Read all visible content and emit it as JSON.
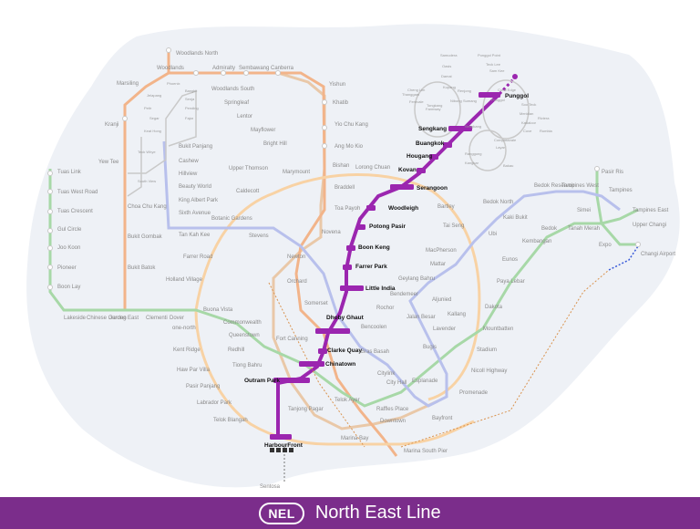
{
  "colors": {
    "nel": "#9b26af",
    "nsl": "#f2a873",
    "ccl": "#f8c98a",
    "ewl": "#8fce8f",
    "dtl": "#a9b4e6",
    "tel": "#c9a27c",
    "bplrt": "#9a9a9a",
    "land": "#eef1f6",
    "banner": "#7b2d8b"
  },
  "banner": {
    "badge": "NEL",
    "title": "North East Line"
  },
  "labels": {
    "highlighted": [
      "Punggol",
      "Sengkang",
      "Buangkok",
      "Hougang",
      "Kovan",
      "Serangoon",
      "Woodleigh",
      "Potong Pasir",
      "Boon Keng",
      "Farrer Park",
      "Little India",
      "Dhoby Ghaut",
      "Clarke Quay",
      "Chinatown",
      "Outram Park",
      "HarbourFront"
    ],
    "regular": [
      "Woodlands North",
      "Woodlands",
      "Admiralty",
      "Sembawang",
      "Canberra",
      "Marsiling",
      "Woodlands South",
      "Yishun",
      "Springleaf",
      "Khatib",
      "Kranji",
      "Lentor",
      "Mayflower",
      "Yio Chu Kang",
      "Bright Hill",
      "Ang Mo Kio",
      "Yew Tee",
      "Upper Thomson",
      "Marymount",
      "Bishan",
      "Lorong Chuan",
      "Caldecott",
      "Braddell",
      "Bukit Panjang",
      "Cashew",
      "Hillview",
      "Beauty World",
      "King Albert Park",
      "Sixth Avenue",
      "Tan Kah Kee",
      "Botanic Gardens",
      "Stevens",
      "Toa Payoh",
      "Bartley",
      "Tai Seng",
      "Choa Chu Kang",
      "Bukit Gombak",
      "Bukit Batok",
      "Tuas Link",
      "Tuas West Road",
      "Tuas Crescent",
      "Gul Circle",
      "Joo Koon",
      "Pioneer",
      "Boon Lay",
      "Lakeside",
      "Chinese Garden",
      "Jurong East",
      "Clementi",
      "Dover",
      "Buona Vista",
      "Holland Village",
      "Farrer Road",
      "Newton",
      "Novena",
      "Orchard",
      "Somerset",
      "one-north",
      "Commonwealth",
      "Queenstown",
      "Kent Ridge",
      "Redhill",
      "Haw Par Villa",
      "Tiong Bahru",
      "Pasir Panjang",
      "Labrador Park",
      "Telok Blangah",
      "Tanjong Pagar",
      "Telok Ayer",
      "Raffles Place",
      "Downtown",
      "Bayfront",
      "Marina Bay",
      "Marina South Pier",
      "Fort Canning",
      "Bencoolen",
      "Rochor",
      "Jalan Besar",
      "Bendemeer",
      "Geylang Bahru",
      "Mattar",
      "MacPherson",
      "Ubi",
      "Kaki Bukit",
      "Bedok North",
      "Bedok Reservoir",
      "Tampines West",
      "Tampines",
      "Tampines East",
      "Upper Changi",
      "Expo",
      "Changi Airport",
      "Simei",
      "Tanah Merah",
      "Bedok",
      "Kembangan",
      "Eunos",
      "Paya Lebar",
      "Aljunied",
      "Kallang",
      "Lavender",
      "Bugis",
      "Esplanade",
      "Promenade",
      "Nicoll Highway",
      "Stadium",
      "Mountbatten",
      "Dakota",
      "Citylink",
      "City Hall",
      "Bras Basah",
      "Pasir Ris",
      "Sentosa"
    ],
    "lrt": [
      "Samudera",
      "Punggol Point",
      "Teck Lee",
      "Oasis",
      "Sam Kee",
      "Damai",
      "Nibong",
      "Sumang",
      "Coral Edge",
      "Soo Teck",
      "Meridian",
      "Riviera",
      "Kadaloor",
      "Cove",
      "Rumbia",
      "Bakau",
      "Kangkar",
      "Ranggung",
      "Compassvale",
      "Layar",
      "Tongkang",
      "Farmway",
      "Cheng Lim",
      "Renjong",
      "Kupang",
      "Thanggam",
      "Fernvale",
      "Phoenix",
      "Jelapang",
      "Senja",
      "Petir",
      "Pending",
      "Bangkit",
      "Segar",
      "Fajar",
      "Keat Hong",
      "South View",
      "Teck Whye",
      "Sengkang",
      "Punggol"
    ]
  }
}
